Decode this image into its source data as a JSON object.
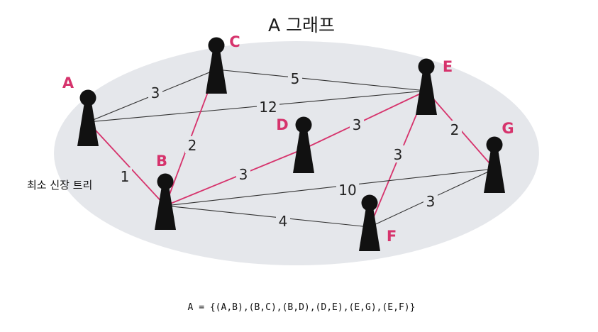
{
  "title": "A 그래프",
  "side_label": "최소 신장 트리",
  "formula": "A = {(A,B),(B,C),(B,D),(D,E),(E,G),(E,F)}",
  "colors": {
    "background_ellipse": "#e5e7eb",
    "node": "#111111",
    "label": "#d6336c",
    "mst_edge": "#d6336c",
    "other_edge": "#333333"
  },
  "icons": {
    "node": "pawn-icon"
  },
  "nodes": [
    {
      "id": "A",
      "label": "A"
    },
    {
      "id": "B",
      "label": "B"
    },
    {
      "id": "C",
      "label": "C"
    },
    {
      "id": "D",
      "label": "D"
    },
    {
      "id": "E",
      "label": "E"
    },
    {
      "id": "F",
      "label": "F"
    },
    {
      "id": "G",
      "label": "G"
    }
  ],
  "edges": [
    {
      "from": "A",
      "to": "B",
      "weight": "1",
      "in_mst": true
    },
    {
      "from": "A",
      "to": "C",
      "weight": "3",
      "in_mst": false
    },
    {
      "from": "A",
      "to": "E",
      "weight": "12",
      "in_mst": false
    },
    {
      "from": "C",
      "to": "E",
      "weight": "5",
      "in_mst": false
    },
    {
      "from": "B",
      "to": "C",
      "weight": "2",
      "in_mst": true
    },
    {
      "from": "B",
      "to": "D",
      "weight": "3",
      "in_mst": true
    },
    {
      "from": "D",
      "to": "E",
      "weight": "3",
      "in_mst": true
    },
    {
      "from": "E",
      "to": "G",
      "weight": "2",
      "in_mst": true
    },
    {
      "from": "E",
      "to": "F",
      "weight": "3",
      "in_mst": true
    },
    {
      "from": "B",
      "to": "G",
      "weight": "10",
      "in_mst": false
    },
    {
      "from": "B",
      "to": "F",
      "weight": "4",
      "in_mst": false
    },
    {
      "from": "F",
      "to": "G",
      "weight": "3",
      "in_mst": false
    }
  ]
}
